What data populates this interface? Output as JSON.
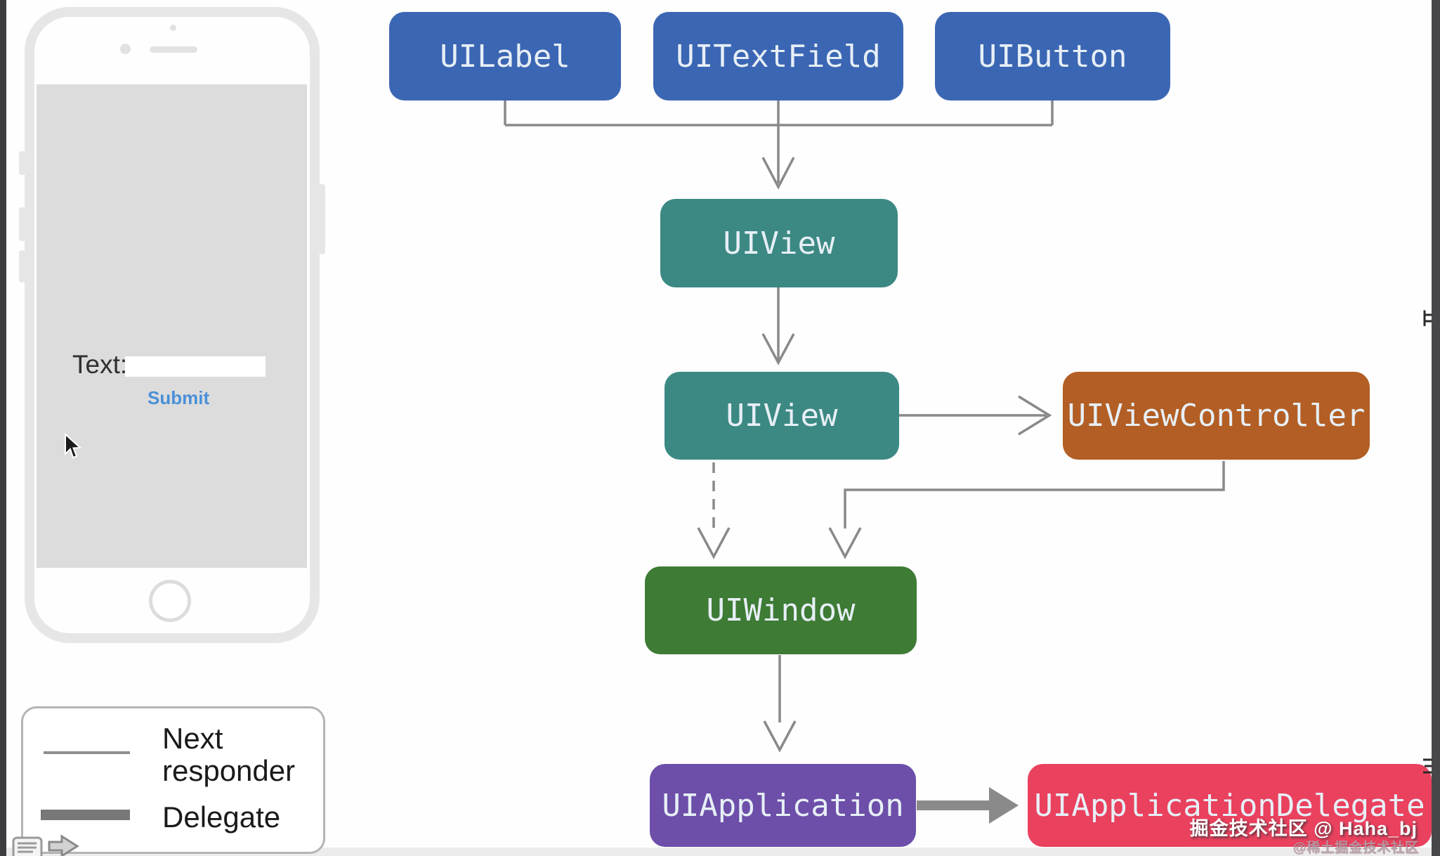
{
  "colors": {
    "uikit_blue": "#3b66b3",
    "uikit_teal": "#3c8983",
    "uikit_orange": "#b25e24",
    "uikit_green": "#3e7b35",
    "uikit_purple": "#6d4fa9",
    "uikit_pink": "#e9415e",
    "connector_gray": "#898989",
    "submit_blue": "#4a90d8"
  },
  "nodes": [
    {
      "label": "UILabel",
      "color": "#3b66b3"
    },
    {
      "label": "UITextField",
      "color": "#3b66b3"
    },
    {
      "label": "UIButton",
      "color": "#3b66b3"
    },
    {
      "label": "UIView",
      "color": "#3c8983"
    },
    {
      "label": "UIView",
      "color": "#3c8983"
    },
    {
      "label": "UIViewController",
      "color": "#b25e24"
    },
    {
      "label": "UIWindow",
      "color": "#3e7b35"
    },
    {
      "label": "UIApplication",
      "color": "#6d4fa9"
    },
    {
      "label": "UIApplicationDelegate",
      "color": "#e9415e"
    }
  ],
  "phone": {
    "text_label": "Text:",
    "input_value": "",
    "submit_label": "Submit"
  },
  "legend": {
    "items": [
      {
        "label": "Next responder",
        "line_style": "thin"
      },
      {
        "label": "Delegate",
        "line_style": "thick"
      }
    ]
  },
  "icons": {
    "doc_icon": "list-lines-document",
    "forward_arrow_icon": "block-arrow-right",
    "cursor_icon": "mouse-pointer"
  },
  "watermark": {
    "line1": "掘金技术社区 @ Haha_bj",
    "line2": "@稀土掘金技术社区"
  }
}
